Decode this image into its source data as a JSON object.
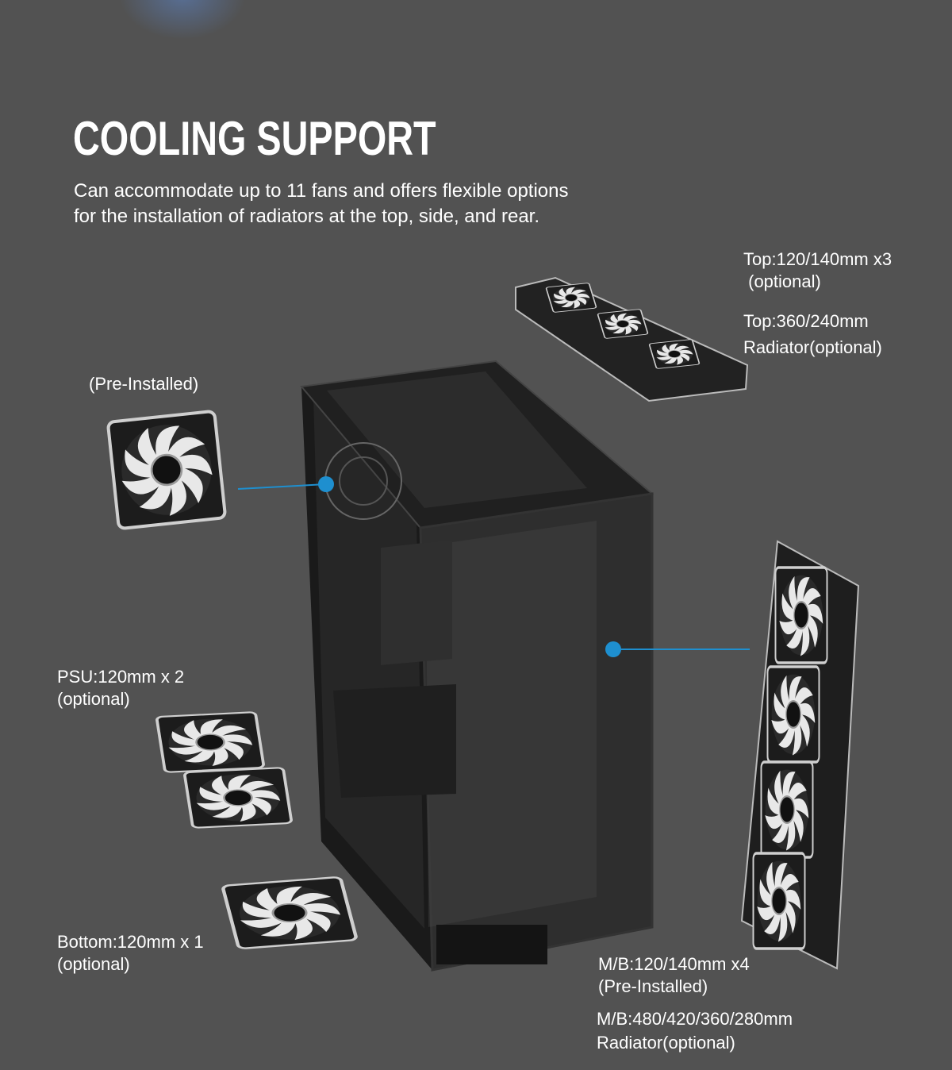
{
  "heading": {
    "title": "COOLING SUPPORT",
    "description_line1": "Can accommodate up to 11 fans and offers flexible options",
    "description_line2": "for the installation of radiators at the top, side, and rear."
  },
  "labels": {
    "top_fans": {
      "line1": "Top:120/140mm x3",
      "line2": " (optional)"
    },
    "top_radiator": {
      "line1": "Top:360/240mm",
      "line2": "Radiator(optional)"
    },
    "rear_fan": {
      "line1": "(Pre-Installed)"
    },
    "psu_fans": {
      "line1": "PSU:120mm x 2",
      "line2": "(optional)"
    },
    "bottom_fan": {
      "line1": "Bottom:120mm x 1",
      "line2": "(optional)"
    },
    "mb_fans": {
      "line1": "M/B:120/140mm x4",
      "line2": "(Pre-Installed)"
    },
    "mb_radiator": {
      "line1": "M/B:480/420/360/280mm",
      "line2": "Radiator(optional)"
    }
  },
  "colors": {
    "background": "#525252",
    "accent": "#1e8fcf"
  }
}
